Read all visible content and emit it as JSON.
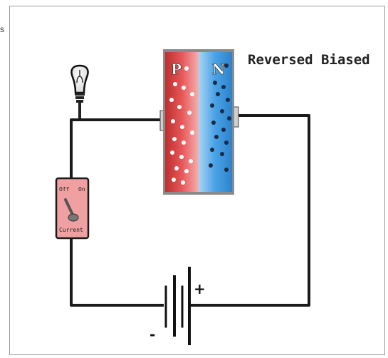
{
  "edge_text": "s",
  "diagram": {
    "title": "Reversed Biased",
    "p_label": "P",
    "n_label": "N",
    "switch": {
      "off_label": "Off",
      "on_label": "On",
      "caption": "Current"
    },
    "battery": {
      "plus_label": "+",
      "minus_label": "-"
    },
    "colors": {
      "p_region": "#e84a4a",
      "n_region": "#3f9be0",
      "switch_body": "#f0a0a0",
      "wire": "#1a1a1a"
    }
  }
}
